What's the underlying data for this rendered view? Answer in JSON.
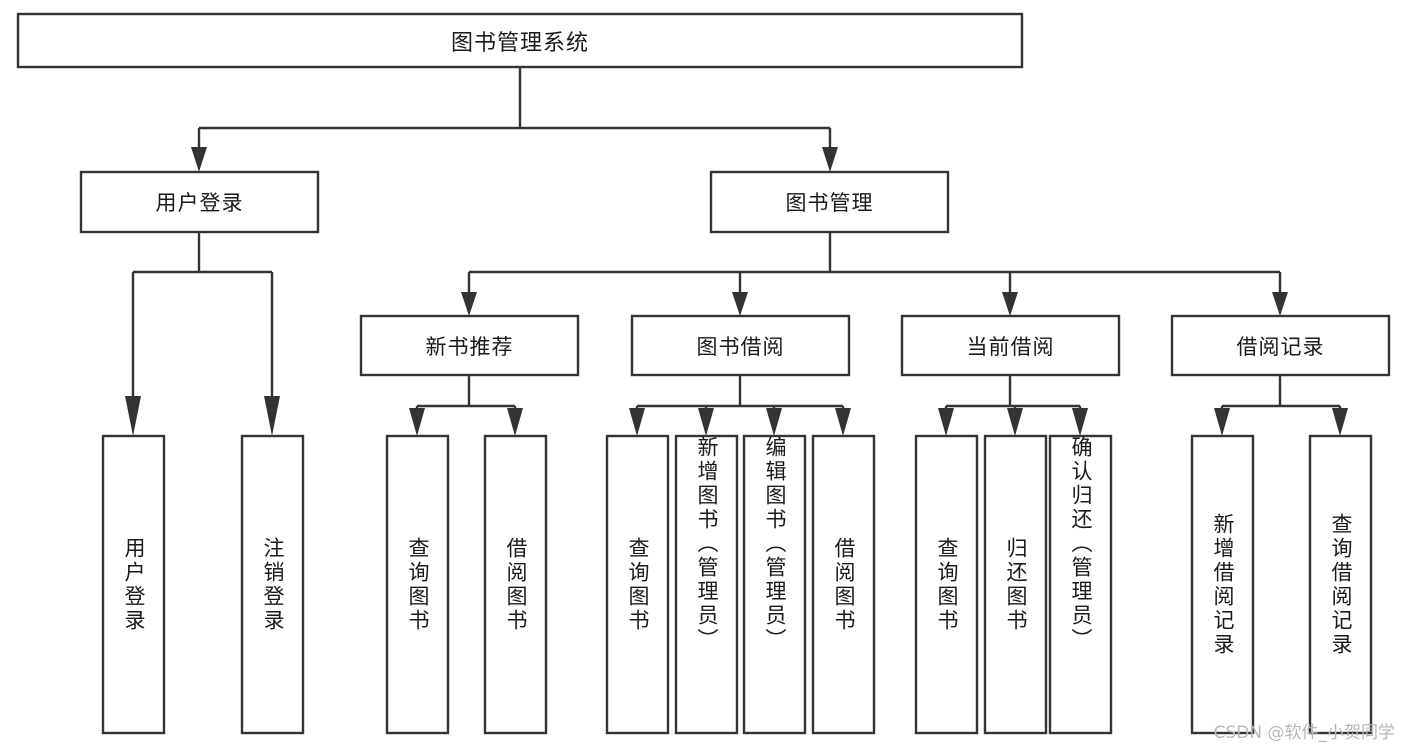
{
  "diagram": {
    "type": "tree",
    "title": "图书管理系统",
    "orientation": "top-down",
    "root": {
      "id": "root",
      "label": "图书管理系统"
    },
    "level2": [
      {
        "id": "user-login",
        "label": "用户登录"
      },
      {
        "id": "book-manage",
        "label": "图书管理"
      }
    ],
    "level3": [
      {
        "id": "new-book-recommend",
        "label": "新书推荐",
        "parent": "book-manage"
      },
      {
        "id": "book-borrow",
        "label": "图书借阅",
        "parent": "book-manage"
      },
      {
        "id": "current-borrow",
        "label": "当前借阅",
        "parent": "book-manage"
      },
      {
        "id": "borrow-record",
        "label": "借阅记录",
        "parent": "book-manage"
      }
    ],
    "leaves": [
      {
        "id": "leaf-user-login",
        "label": "用户登录",
        "parent": "user-login"
      },
      {
        "id": "leaf-user-logout",
        "label": "注销登录",
        "parent": "user-login"
      },
      {
        "id": "leaf-query-book-1",
        "label": "查询图书",
        "parent": "new-book-recommend"
      },
      {
        "id": "leaf-borrow-book-1",
        "label": "借阅图书",
        "parent": "new-book-recommend"
      },
      {
        "id": "leaf-query-book-2",
        "label": "查询图书",
        "parent": "book-borrow"
      },
      {
        "id": "leaf-add-book",
        "label": "新增图书（管理员）",
        "parent": "book-borrow"
      },
      {
        "id": "leaf-edit-book",
        "label": "编辑图书（管理员）",
        "parent": "book-borrow"
      },
      {
        "id": "leaf-borrow-book-2",
        "label": "借阅图书",
        "parent": "book-borrow"
      },
      {
        "id": "leaf-query-book-3",
        "label": "查询图书",
        "parent": "current-borrow"
      },
      {
        "id": "leaf-return-book",
        "label": "归还图书",
        "parent": "current-borrow"
      },
      {
        "id": "leaf-confirm-return",
        "label": "确认归还（管理员）",
        "parent": "current-borrow"
      },
      {
        "id": "leaf-add-record",
        "label": "新增借阅记录",
        "parent": "borrow-record"
      },
      {
        "id": "leaf-query-record",
        "label": "查询借阅记录",
        "parent": "borrow-record"
      }
    ]
  },
  "watermark": {
    "text": "CSDN @软件_小贺同学"
  },
  "colors": {
    "box_stroke": "#333333",
    "box_fill": "#ffffff",
    "text": "#1a1a1a",
    "background": "#ffffff",
    "watermark": "#b8b8b8"
  }
}
